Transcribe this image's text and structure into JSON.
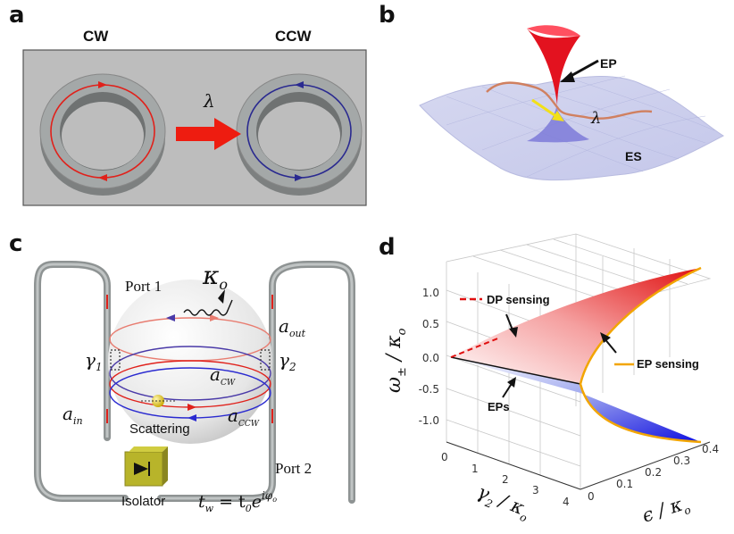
{
  "panels": {
    "a": {
      "letter": "a",
      "cw": "CW",
      "ccw": "CCW",
      "lambda": "λ"
    },
    "b": {
      "letter": "b",
      "ep": "EP",
      "es": "ES",
      "lambda": "λ"
    },
    "c": {
      "letter": "c",
      "port1": "Port 1",
      "port2": "Port 2",
      "kappa": "κ",
      "kappa_sub": "o",
      "a_out": "a",
      "a_out_sub": "out",
      "a_in": "a",
      "a_in_sub": "in",
      "a_cw": "a",
      "a_cw_sub": "CW",
      "a_ccw": "a",
      "a_ccw_sub": "CCW",
      "gamma1": "γ",
      "gamma1_sub": "1",
      "gamma2": "γ",
      "gamma2_sub": "2",
      "scattering": "Scattering",
      "isolator": "Isolator",
      "tw_formula": "t",
      "tw_sub": "w",
      "tw_eq": " = t",
      "tw_eq_sub": "0",
      "tw_e": "e",
      "tw_exp": "iφ",
      "tw_exp_sub": "o"
    },
    "d": {
      "letter": "d",
      "dp_sensing": "DP sensing",
      "ep_sensing": "EP sensing",
      "eps": "EPs",
      "ylabel": "ω",
      "ylabel_sub": "±",
      "ylabel_rest": " / κ",
      "ylabel_sub2": "o",
      "xlabel_gamma": "γ",
      "xlabel_gamma_sub": "2",
      "xlabel_gamma_rest": " / κ",
      "xlabel_gamma_sub2": "o",
      "xlabel_eps": "ϵ / κ",
      "xlabel_eps_sub": "o",
      "yticks": [
        "1.0",
        "0.5",
        "0.0",
        "-0.5",
        "-1.0"
      ],
      "gamma_ticks": [
        "0",
        "1",
        "2",
        "3",
        "4"
      ],
      "eps_ticks": [
        "0",
        "0.1",
        "0.2",
        "0.3",
        "0.4"
      ]
    }
  }
}
